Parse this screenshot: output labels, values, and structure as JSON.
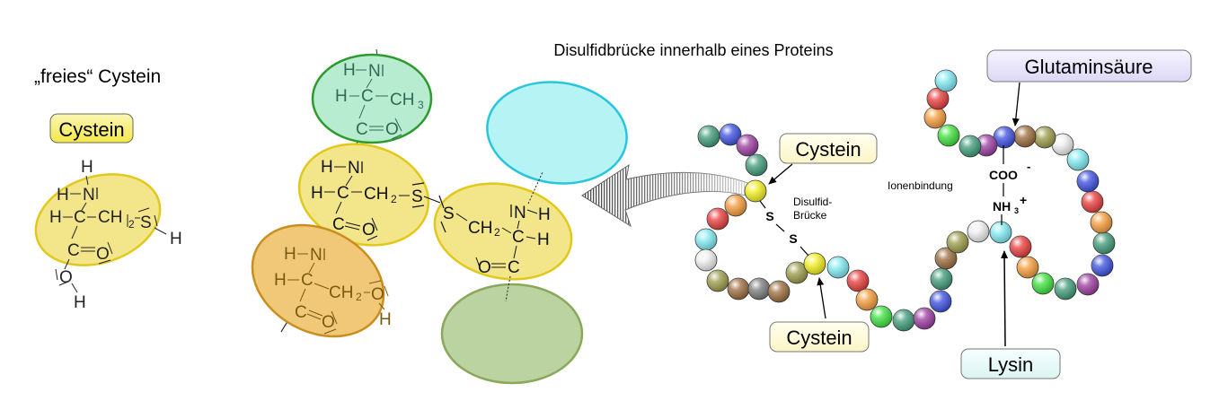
{
  "title": "Disulfidbrücke innerhalb eines Proteins",
  "free_cysteine": {
    "heading": "„freies“ Cystein",
    "badge": "Cystein",
    "atoms": {
      "h_top": "H",
      "h_n": "H",
      "n": "N",
      "h_c": "H",
      "c_alpha": "C",
      "ch": "CH",
      "sub2": "2",
      "s": "S",
      "h_s": "H",
      "c_carb": "C",
      "o_dbl": "O",
      "o_oh": "O",
      "h_oh": "H"
    }
  },
  "peptide": {
    "alanine": {
      "h_n": "H",
      "n": "N",
      "h_c": "H",
      "c_alpha": "C",
      "ch": "CH",
      "sub3": "3",
      "c_carb": "C",
      "o": "O"
    },
    "cysteine_left": {
      "h_n": "H",
      "n": "N",
      "h_c": "H",
      "c_alpha": "C",
      "ch": "CH",
      "sub2": "2",
      "s": "S",
      "c_carb": "C",
      "o": "O"
    },
    "cysteine_right": {
      "s": "S",
      "ch": "CH",
      "sub2": "2",
      "n": "N",
      "h_n": "H",
      "c_alpha": "C",
      "h_c": "H",
      "o": "O",
      "c_carb": "C"
    },
    "serine": {
      "h_n": "H",
      "n": "N",
      "h_c": "H",
      "c_alpha": "C",
      "ch": "CH",
      "sub2": "2",
      "o": "O",
      "h_o": "H",
      "c_carb": "C",
      "o_carb": "O"
    },
    "colors": {
      "alanine_fill": "#b8ecd0",
      "alanine_stroke": "#2e9a2e",
      "cysteine_fill": "#f3e68a",
      "cysteine_stroke": "#e2c81c",
      "serine_fill": "#f0c878",
      "serine_stroke": "#c98e1e",
      "cyan_fill": "#b6f3f5",
      "cyan_stroke": "#28c6dc",
      "olive_fill": "#bad3a0",
      "olive_stroke": "#8aa85a"
    }
  },
  "protein": {
    "labels": {
      "cysteine_top": "Cystein",
      "cysteine_bottom": "Cystein",
      "glutamic_acid": "Glutaminsäure",
      "lysine": "Lysin",
      "disulfide_line1": "Disulfid-",
      "disulfide_line2": "Brücke",
      "ionic_bond": "Ionenbindung",
      "s1": "S",
      "s2": "S",
      "coo": "COO",
      "coo_charge": "-",
      "nh": "NH",
      "nh_sub": "3",
      "nh_charge": "+"
    },
    "bead_colors": {
      "teal": "#3d9a78",
      "blue": "#3a4ee0",
      "purple": "#9a3aa0",
      "yellow": "#f2ee1a",
      "orange": "#f49a38",
      "red": "#e83a3a",
      "cyan": "#7eeaf2",
      "white": "#eeeeee",
      "olive": "#9a9a48",
      "brown": "#9a6a3a",
      "gray": "#7a7a7a",
      "green": "#3ae03a"
    }
  }
}
